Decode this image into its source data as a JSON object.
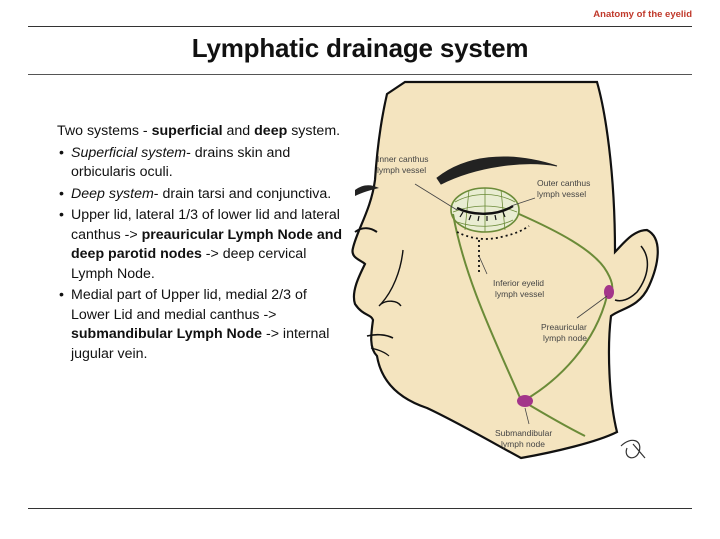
{
  "header_tag": "Anatomy of the eyelid",
  "title": "Lymphatic drainage system",
  "intro": {
    "pre": "Two systems - ",
    "b1": "superficial",
    "mid": " and ",
    "b2": "deep",
    "post": " system."
  },
  "bullets": [
    {
      "em": "Superficial system",
      "rest": "- drains skin and orbicularis oculi."
    },
    {
      "em": "Deep system",
      "rest": "- drain tarsi and conjunctiva."
    },
    {
      "pre": "Upper lid, lateral 1/3 of lower lid and lateral canthus -> ",
      "bold": "preauricular Lymph Node and deep parotid nodes",
      "post": " -> deep cervical Lymph Node."
    },
    {
      "pre": "Medial part of Upper lid, medial 2/3 of Lower Lid and medial canthus -> ",
      "bold": "submandibular Lymph Node",
      "post": " -> internal jugular vein."
    }
  ],
  "figure_labels": {
    "inner_1": "Inner canthus",
    "inner_2": "lymph vessel",
    "outer_1": "Outer canthus",
    "outer_2": "lymph vessel",
    "inferior_1": "Inferior eyelid",
    "inferior_2": "lymph vessel",
    "pre_1": "Preauricular",
    "pre_2": "lymph node",
    "sub_1": "Submandibular",
    "sub_2": "lymph node"
  },
  "colors": {
    "skin": "#f4e4bf",
    "node": "#a3358a",
    "vessel": "#6b8b38",
    "accent": "#c0392b"
  }
}
